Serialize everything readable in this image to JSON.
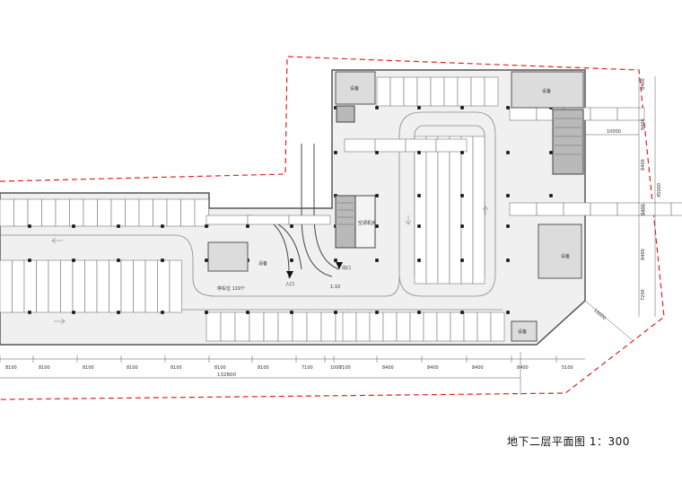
{
  "title": "地下二层平面图   1：300",
  "labels": {
    "equipment": "设备",
    "air_room": "空调机房",
    "entrance": "入口",
    "exit": "出口",
    "parking_count": "停车位 119个",
    "ramp_slope": "1:10",
    "top_dim": "10000",
    "diag_dim": "10000"
  },
  "bottom_dims": [
    "8100",
    "8100",
    "8100",
    "8100",
    "8100",
    "8100",
    "8100",
    "7100",
    "1000",
    "7100",
    "8400",
    "8400",
    "8400",
    "8400",
    "5100"
  ],
  "total_dim": "132800",
  "right_dims": [
    "8400",
    "8400",
    "8400",
    "8400",
    "8400",
    "7200"
  ],
  "right_total": "45000",
  "colors": {
    "boundary": "#e02020",
    "floor": "#f0f0f0",
    "wall": "#555555",
    "core": "#b9b9b9"
  }
}
